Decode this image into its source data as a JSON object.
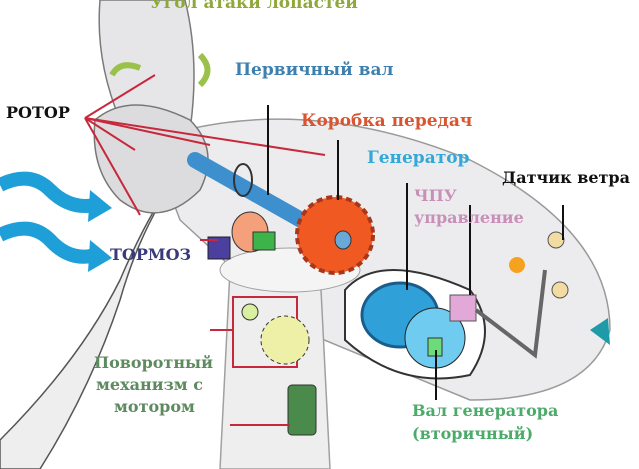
{
  "labels": {
    "blade_pitch": "Угол атаки лопастей",
    "rotor": "РОТОР",
    "main_shaft": "Первичный вал",
    "gearbox": "Коробка передач",
    "generator": "Генератор",
    "controller_line1": "ЧПУ",
    "controller_line2": "управление",
    "wind_sensor": "Датчик ветра",
    "brake": "ТОРМОЗ",
    "yaw_line1": "Поворотный",
    "yaw_line2": "механизм с",
    "yaw_line3": "мотором",
    "gen_shaft_line1": "Вал генератора",
    "gen_shaft_line2": "(вторичный)"
  },
  "colors": {
    "blade_pitch": "#8fa83a",
    "rotor": "#111111",
    "main_shaft": "#3d7fae",
    "gearbox": "#d9542f",
    "generator": "#33a8d8",
    "controller": "#c890b8",
    "wind_sensor": "#111111",
    "brake": "#3a3a7a",
    "yaw": "#5f8a5f",
    "gen_shaft": "#4caa6a",
    "wind_arrow": "#1e9fd8",
    "leader_red": "#c8283c"
  }
}
